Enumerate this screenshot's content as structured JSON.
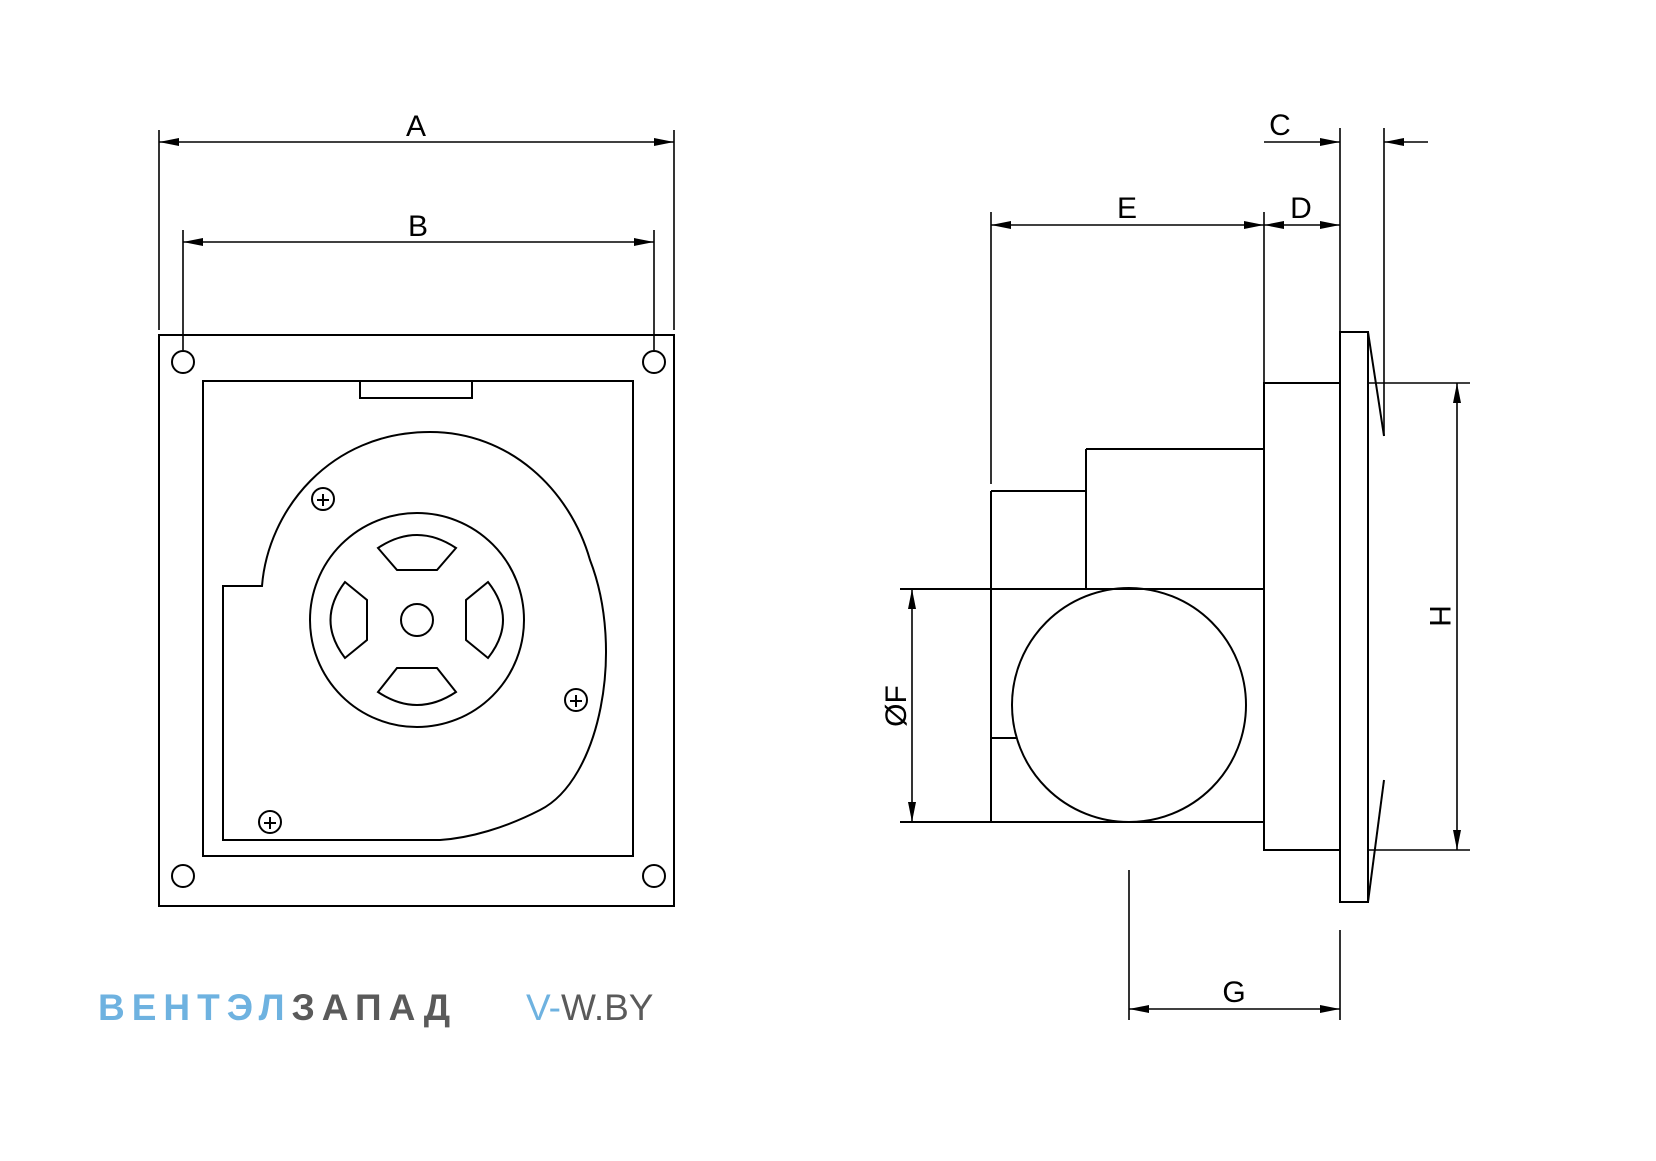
{
  "dimensions": {
    "A": "A",
    "B": "B",
    "C": "C",
    "D": "D",
    "E": "E",
    "F": "ØF",
    "G": "G",
    "H": "H"
  },
  "watermark": {
    "brand_part1": "ВЕНТЭЛ",
    "brand_part2": "ЗАПАД",
    "site_prefix": "V-",
    "site_rest": "W.BY",
    "color_part1": "#6eb2e0",
    "color_part2": "#5a5a5a"
  }
}
